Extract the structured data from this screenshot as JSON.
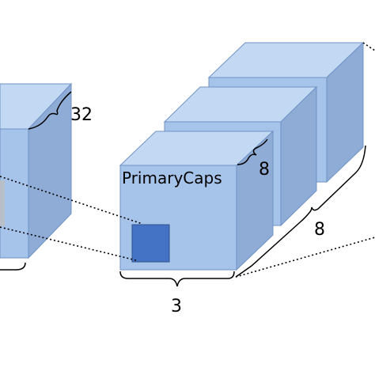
{
  "labels": {
    "left_depth": "32",
    "caps_title": "PrimaryCaps",
    "caps_depth": "8",
    "stack_count": "8",
    "width_count": "3"
  },
  "colors": {
    "front_face": "#a6c3ea",
    "top_face": "#c3d8f2",
    "side_face": "#8eacd6",
    "edge": "#6f93c6",
    "patch": "#4472c4",
    "patch_border": "#2f528f"
  }
}
